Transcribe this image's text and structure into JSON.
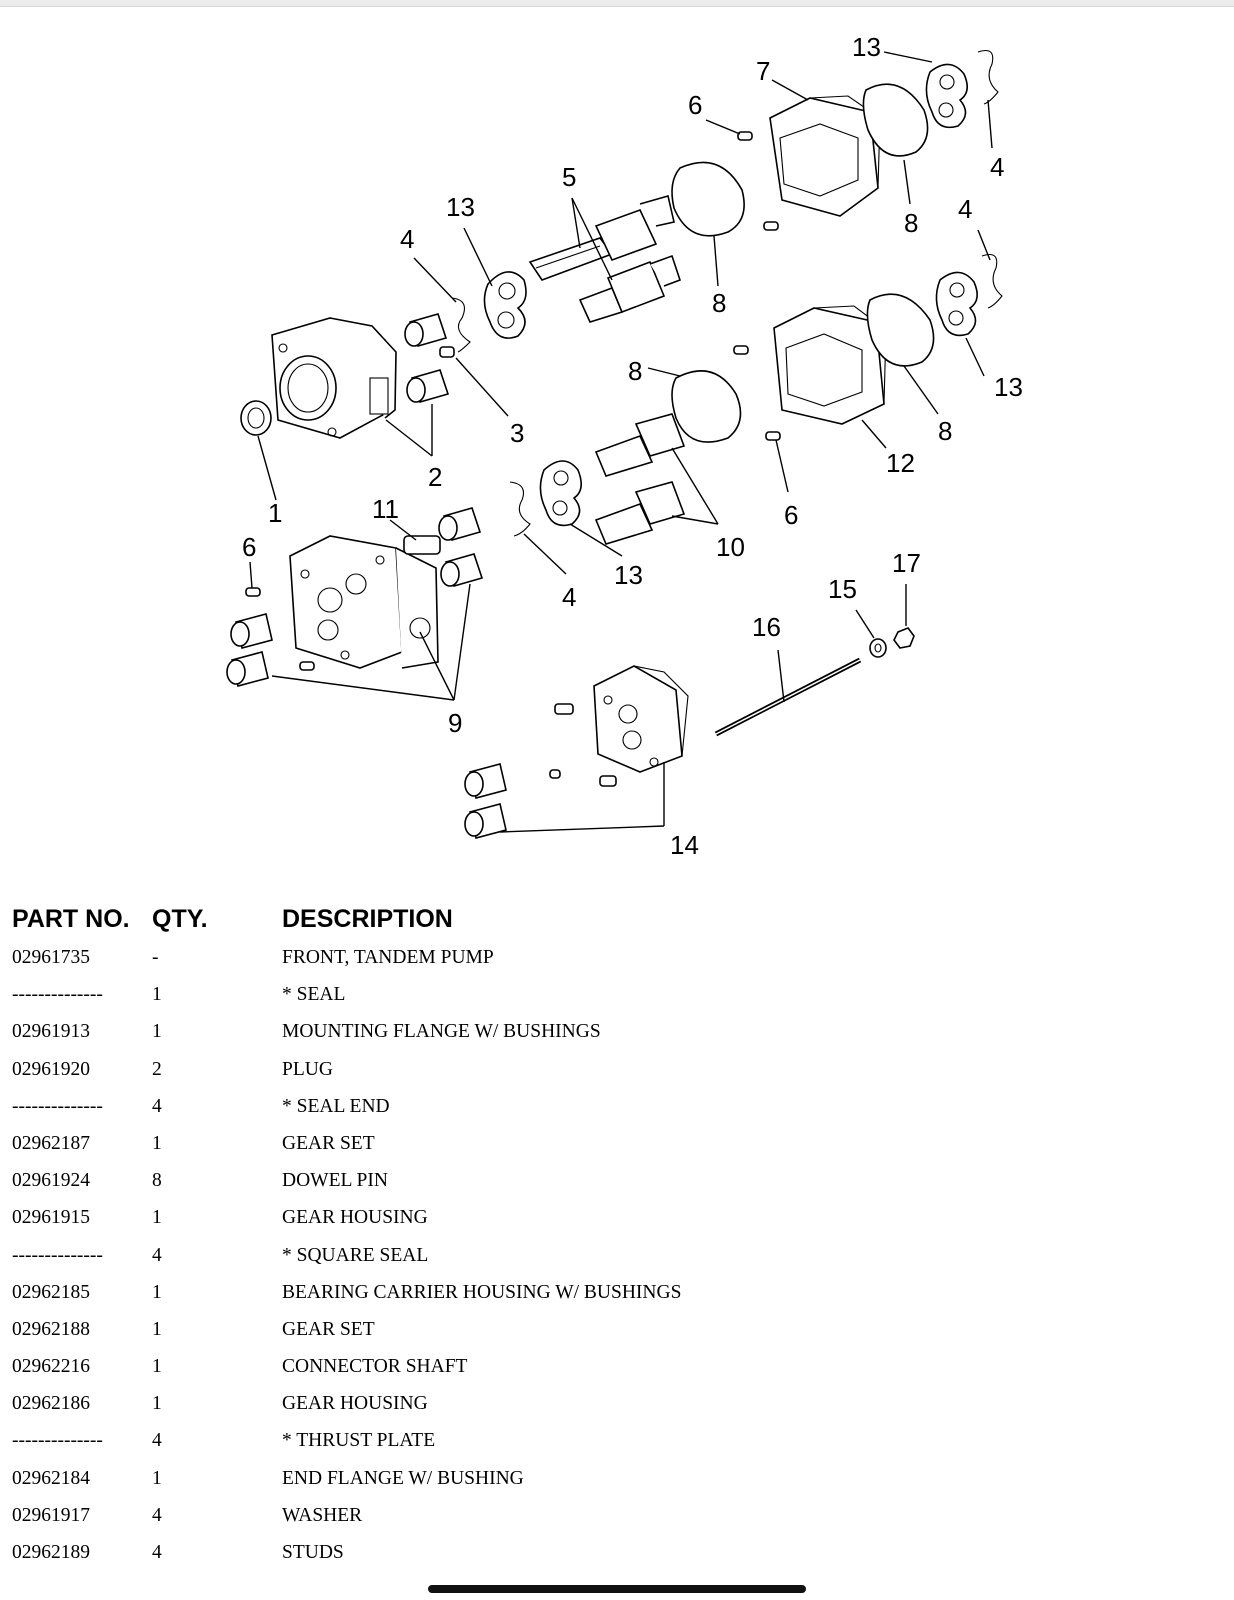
{
  "diagram": {
    "labels": [
      "1",
      "2",
      "3",
      "4",
      "5",
      "6",
      "7",
      "8",
      "9",
      "10",
      "11",
      "12",
      "13",
      "14",
      "15",
      "16",
      "17"
    ]
  },
  "table": {
    "headers": {
      "part_no": "PART NO.",
      "qty": "QTY.",
      "description": "DESCRIPTION"
    },
    "rows": [
      {
        "part_no": "02961735",
        "qty": "-",
        "description": "FRONT, TANDEM PUMP"
      },
      {
        "part_no": "--------------",
        "qty": "1",
        "description": "* SEAL"
      },
      {
        "part_no": "02961913",
        "qty": "1",
        "description": "MOUNTING FLANGE W/ BUSHINGS"
      },
      {
        "part_no": "02961920",
        "qty": "2",
        "description": "PLUG"
      },
      {
        "part_no": "--------------",
        "qty": "4",
        "description": "* SEAL END"
      },
      {
        "part_no": "02962187",
        "qty": "1",
        "description": "GEAR SET"
      },
      {
        "part_no": "02961924",
        "qty": "8",
        "description": "DOWEL PIN"
      },
      {
        "part_no": "02961915",
        "qty": "1",
        "description": "GEAR HOUSING"
      },
      {
        "part_no": "--------------",
        "qty": "4",
        "description": "* SQUARE SEAL"
      },
      {
        "part_no": "02962185",
        "qty": "1",
        "description": "BEARING CARRIER HOUSING W/ BUSHINGS"
      },
      {
        "part_no": "02962188",
        "qty": "1",
        "description": "GEAR SET"
      },
      {
        "part_no": "02962216",
        "qty": "1",
        "description": "CONNECTOR SHAFT"
      },
      {
        "part_no": "02962186",
        "qty": "1",
        "description": "GEAR HOUSING"
      },
      {
        "part_no": "--------------",
        "qty": "4",
        "description": "* THRUST PLATE"
      },
      {
        "part_no": "02962184",
        "qty": "1",
        "description": "END FLANGE W/ BUSHING"
      },
      {
        "part_no": "02961917",
        "qty": "4",
        "description": "WASHER"
      },
      {
        "part_no": "02962189",
        "qty": "4",
        "description": "STUDS"
      }
    ]
  }
}
